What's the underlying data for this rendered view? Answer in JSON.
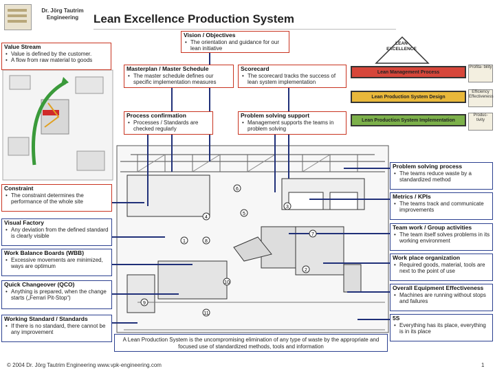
{
  "header": {
    "company_line1": "Dr. Jörg Tautrim",
    "company_line2": "Engineering",
    "title": "Lean Excellence Production System"
  },
  "boxes": {
    "vision": {
      "title": "Vision / Objectives",
      "text": "The orientation and guidance for our lean initiative"
    },
    "masterplan": {
      "title": "Masterplan / Master Schedule",
      "text": "The master schedule defines our specific implementation measures"
    },
    "scorecard": {
      "title": "Scorecard",
      "text": "The scorecard tracks the success of lean system implementation"
    },
    "process_confirmation": {
      "title": "Process confirmation",
      "text": "Processes / Standards are checked regularly"
    },
    "problem_support": {
      "title": "Problem solving support",
      "text": "Management supports the teams in problem solving"
    },
    "value_stream": {
      "title": "Value Stream",
      "items": [
        "Value is defined by the customer.",
        "A flow from raw material to goods"
      ]
    },
    "constraint": {
      "title": "Constraint",
      "text": "The constraint determines the performance of the whole site"
    },
    "visual_factory": {
      "title": "Visual Factory",
      "text": "Any deviation from the defined standard is clearly visible"
    },
    "wbb": {
      "title": "Work Balance Boards (WBB)",
      "text": "Excessive movements are minimized, ways are optimum"
    },
    "qco": {
      "title": "Quick Changeover (QCO)",
      "text": "Anything is prepared, when the change starts („Ferrari Pit-Stop“)"
    },
    "working_standard": {
      "title": "Working Standard / Standards",
      "text": "If there is no standard, there cannot be any improvement"
    },
    "problem_process": {
      "title": "Problem solving process",
      "text": "The teams reduce waste by a standardized method"
    },
    "metrics": {
      "title": "Metrics / KPIs",
      "text": "The teams track and communicate improvements"
    },
    "teamwork": {
      "title": "Team work / Group activities",
      "text": "The team itself solves problems in its working environment"
    },
    "workplace": {
      "title": "Work place organization",
      "text": "Required goods, material, tools are next to the point of use"
    },
    "oee": {
      "title": "Overall Equipment Effectiveness",
      "text": "Machines are running without stops and failures"
    },
    "five_s": {
      "title": "5S",
      "text": "Everything has its place, everything is in its place"
    },
    "definition": "A Lean Production System is the uncompromising elimination of any type of waste by the appropriate and focused use of standardized methods, tools and information"
  },
  "pyramid": {
    "top_line1": "LEAN",
    "top_line2": "EXCELLENCE",
    "level1": "Lean Management Process",
    "level2": "Lean Production System Design",
    "level3": "Lean Production System Implementation",
    "side1": "Profita- bility",
    "side2": "Efficiency Effectiveness",
    "side3": "Produc- tivity",
    "colors": {
      "level1": "#d6463a",
      "level2": "#e9b83a",
      "level3": "#7cb04a"
    }
  },
  "callouts": [
    "6",
    "3",
    "4",
    "5",
    "7",
    "8",
    "1",
    "2",
    "9",
    "10",
    "11"
  ],
  "footer": {
    "copyright": "© 2004 Dr. Jörg Tautrim Engineering www.vpk-engineering.com",
    "page": "1"
  }
}
